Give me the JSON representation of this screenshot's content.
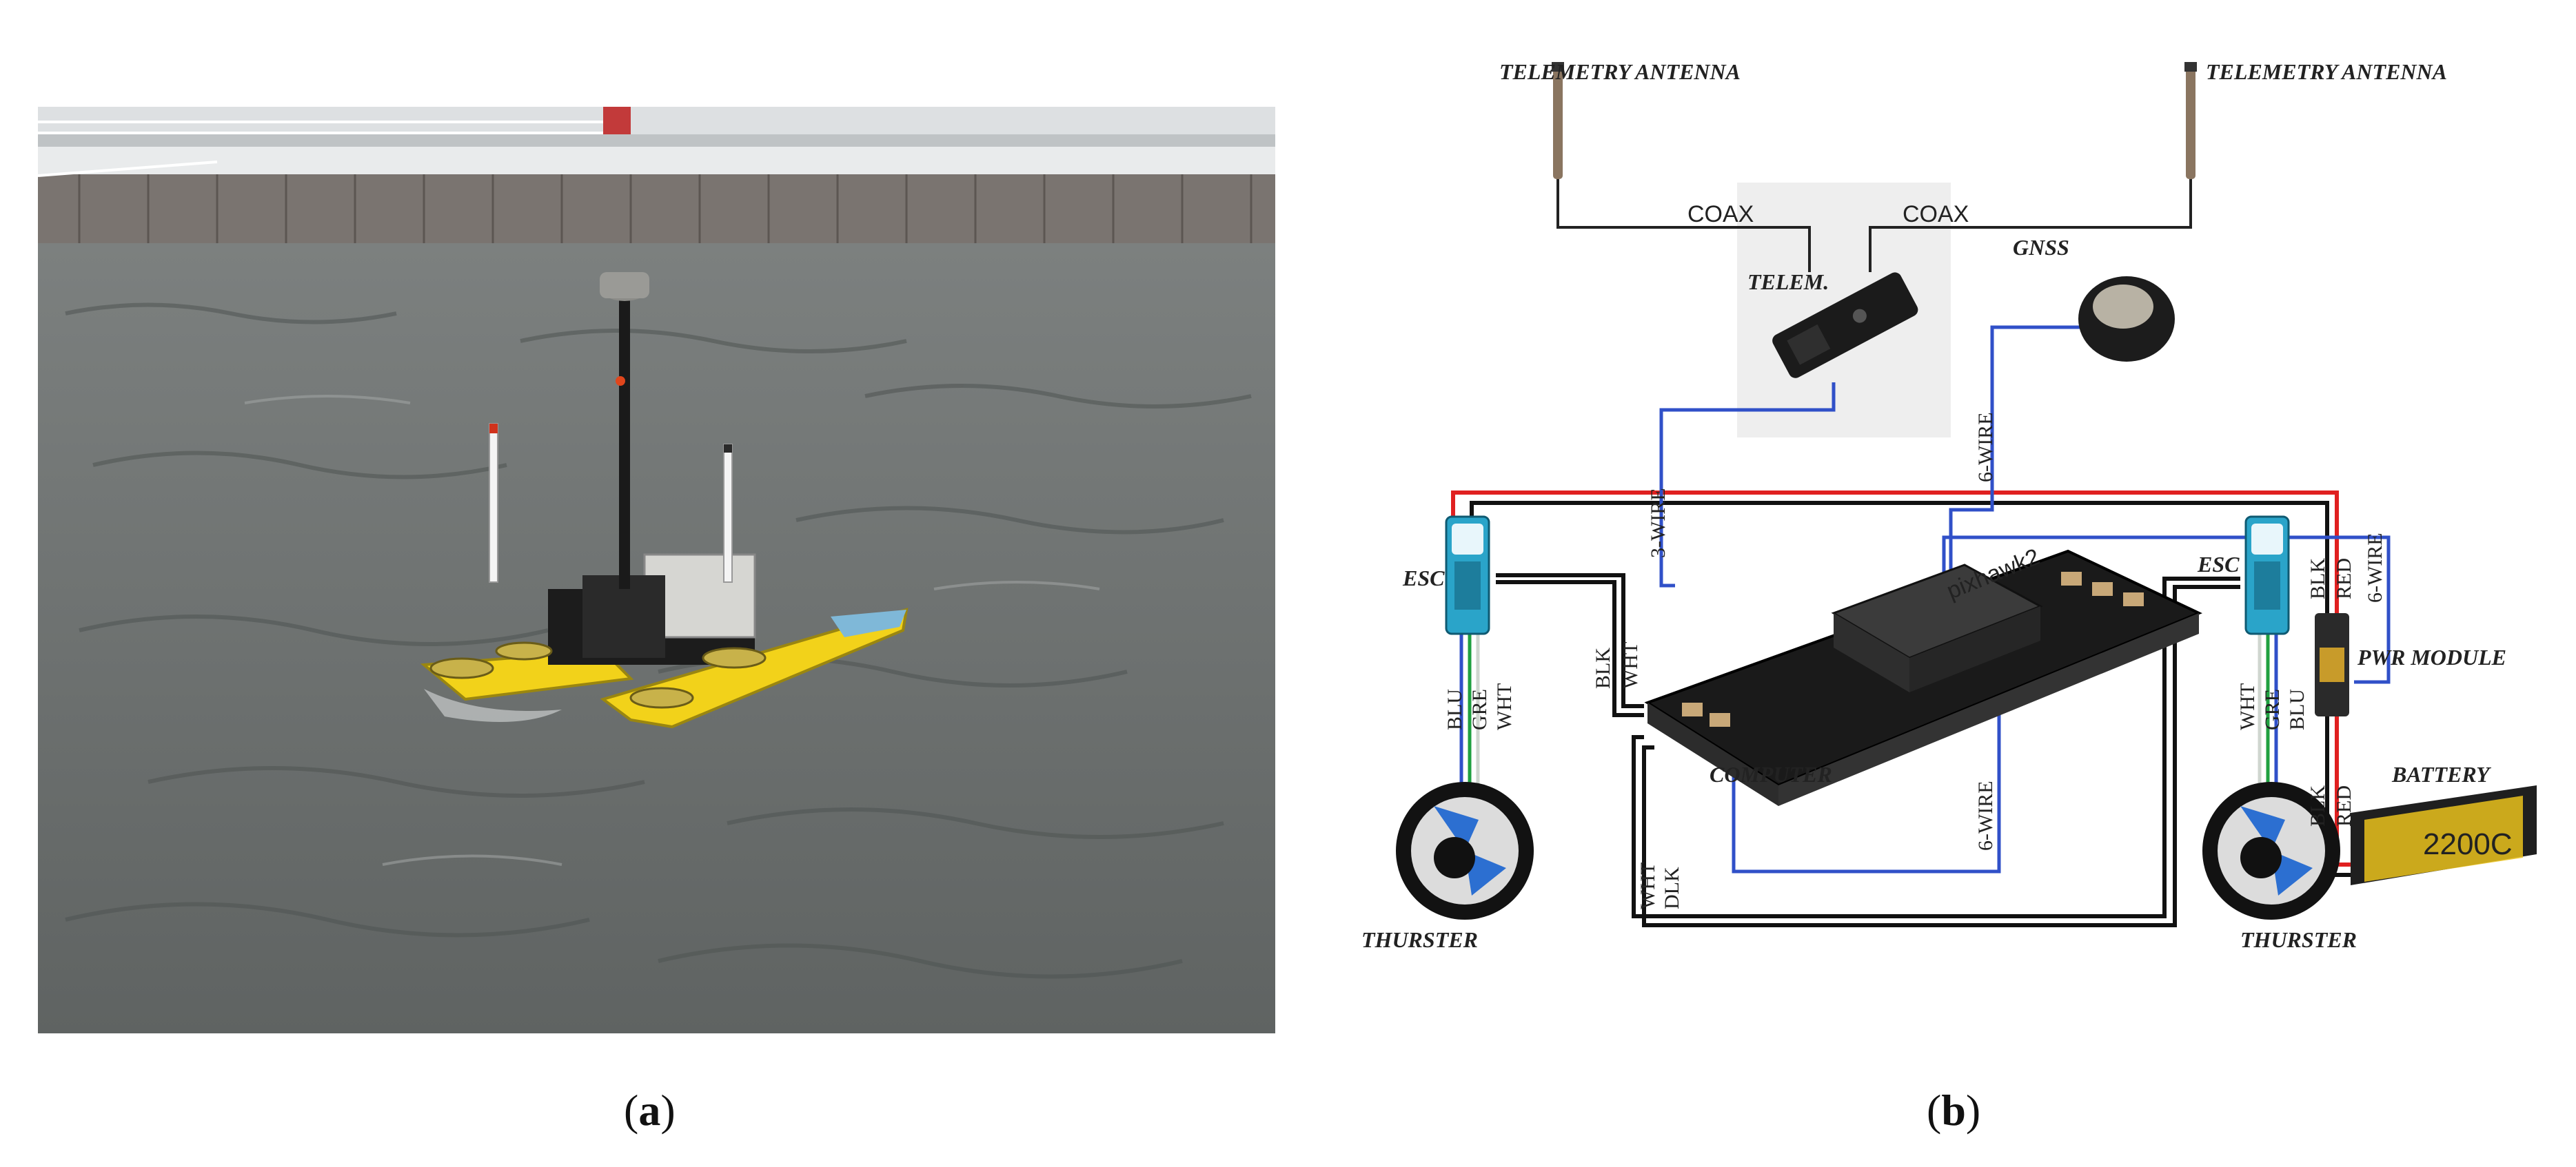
{
  "captions": {
    "a": "a",
    "b": "b"
  },
  "diagram": {
    "telemetry_antenna_left": "TELEMETRY ANTENNA",
    "telemetry_antenna_right": "TELEMETRY ANTENNA",
    "coax_left": "COAX",
    "coax_right": "COAX",
    "telem": "TELEM.",
    "gnss": "GNSS",
    "esc_left": "ESC",
    "esc_right": "ESC",
    "wire_3": "3-WIRE",
    "wire_6_top": "6-WIRE",
    "wire_6_right": "6-WIRE",
    "wire_6_bottom": "6-WIRE",
    "blk": "BLK",
    "wht": "WHT",
    "red": "RED",
    "blu": "BLU",
    "gre": "GRE",
    "dlk": "DLK",
    "computer": "COMPUTER",
    "computer_brand": "pixhawk2",
    "pwr_module": "PWR MODULE",
    "battery": "BATTERY",
    "battery_capacity": "2200C",
    "thruster_left": "THURSTER",
    "thruster_right": "THURSTER"
  },
  "colors": {
    "wire_red": "#e02020",
    "wire_black": "#111111",
    "wire_blue": "#3050c8",
    "wire_green": "#20a040",
    "boat_yellow": "#f2d21a",
    "water": "#6f7372"
  }
}
